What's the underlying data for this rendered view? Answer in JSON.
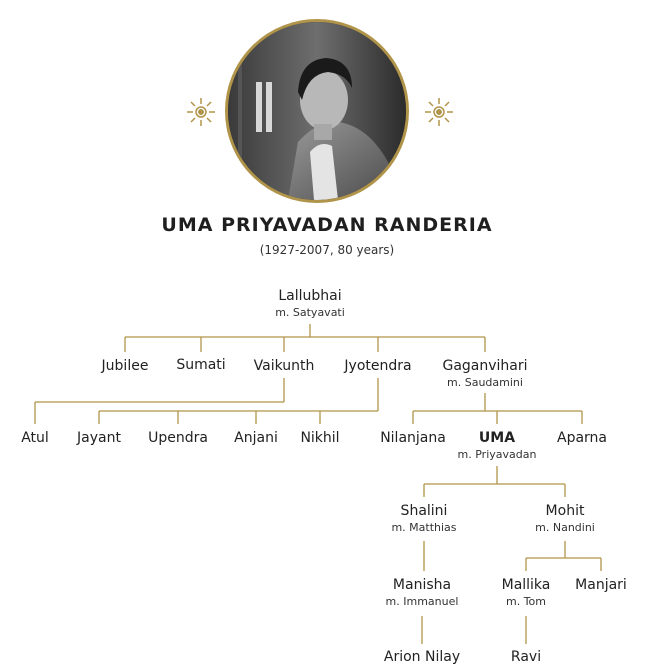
{
  "header": {
    "name": "UMA PRIYAVADAN RANDERIA",
    "years": "(1927-2007, 80 years)"
  },
  "icons": {
    "portrait": "portrait-photo",
    "ornament": "sun-ornament-icon"
  },
  "colors": {
    "line": "#b09449",
    "text": "#222222"
  },
  "tree": {
    "root": {
      "name": "Lallubhai",
      "spouse": "m. Satyavati"
    },
    "gen1": [
      {
        "name": "Jubilee"
      },
      {
        "name": "Sumati"
      },
      {
        "name": "Vaikunth"
      },
      {
        "name": "Jyotendra"
      },
      {
        "name": "Gaganvihari",
        "spouse": "m. Saudamini"
      }
    ],
    "vaikunth_children": [
      {
        "name": "Atul"
      }
    ],
    "jyotendra_children": [
      {
        "name": "Jayant"
      },
      {
        "name": "Upendra"
      },
      {
        "name": "Anjani"
      },
      {
        "name": "Nikhil"
      }
    ],
    "gaganvihari_children": [
      {
        "name": "Nilanjana"
      },
      {
        "name": "UMA",
        "spouse": "m. Priyavadan"
      },
      {
        "name": "Aparna"
      }
    ],
    "uma_children": [
      {
        "name": "Shalini",
        "spouse": "m. Matthias"
      },
      {
        "name": "Mohit",
        "spouse": "m. Nandini"
      }
    ],
    "shalini_children": [
      {
        "name": "Manisha",
        "spouse": "m. Immanuel"
      }
    ],
    "mohit_children": [
      {
        "name": "Mallika",
        "spouse": "m. Tom"
      },
      {
        "name": "Manjari"
      }
    ],
    "manisha_children": [
      {
        "name": "Arion Nilay"
      }
    ],
    "mallika_children": [
      {
        "name": "Ravi"
      }
    ]
  }
}
